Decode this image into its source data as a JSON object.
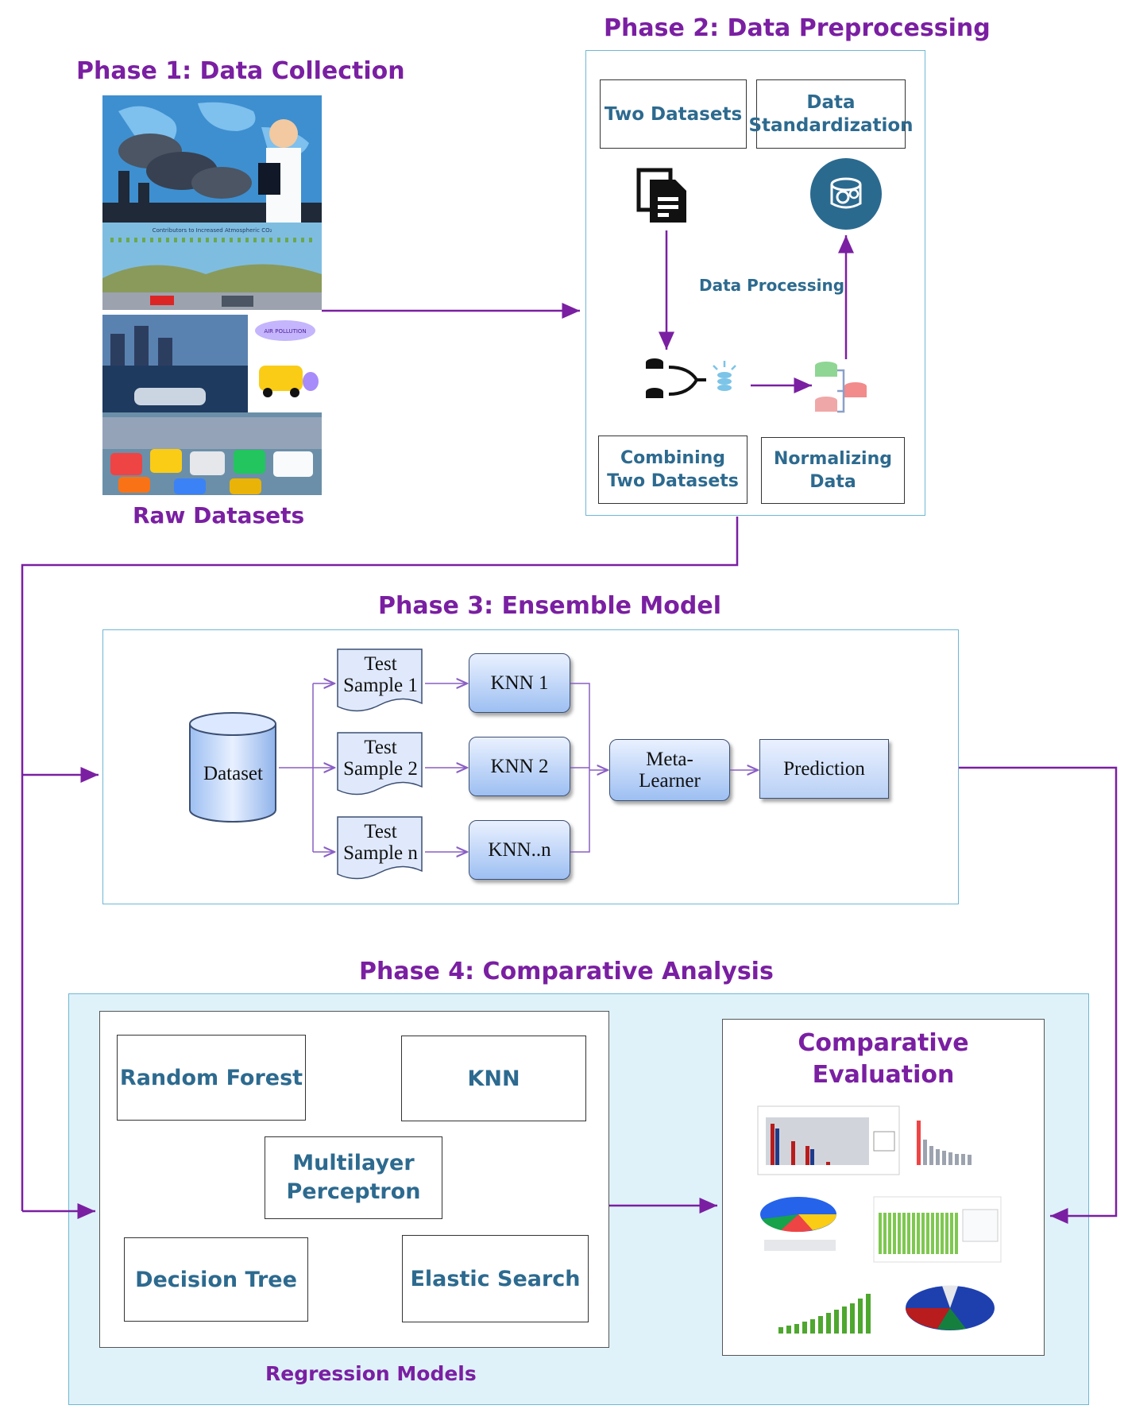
{
  "phase1": {
    "title": "Phase 1: Data Collection",
    "caption": "Raw Datasets",
    "photo_caption": "Contributors to Increased Atmospheric CO₂",
    "air_label": "AIR POLLUTION"
  },
  "phase2": {
    "title": "Phase 2: Data Preprocessing",
    "two_datasets": "Two Datasets",
    "standardization": "Data Standardization",
    "processing": "Data Processing",
    "combining": "Combining Two Datasets",
    "normalizing": "Normalizing Data"
  },
  "phase3": {
    "title": "Phase 3: Ensemble Model",
    "dataset": "Dataset",
    "samples": [
      {
        "line1": "Test",
        "line2": "Sample 1"
      },
      {
        "line1": "Test",
        "line2": "Sample 2"
      },
      {
        "line1": "Test",
        "line2": "Sample n"
      }
    ],
    "knn": [
      "KNN 1",
      "KNN 2",
      "KNN..n"
    ],
    "meta_line1": "Meta-",
    "meta_line2": "Learner",
    "prediction": "Prediction"
  },
  "phase4": {
    "title": "Phase 4: Comparative Analysis",
    "models": [
      "Random Forest",
      "KNN",
      "Multilayer Perceptron",
      "Decision Tree",
      "Elastic Search"
    ],
    "models_caption": "Regression Models",
    "evaluation_title": "Comparative Evaluation"
  },
  "colors": {
    "purple": "#7a1fa2",
    "label_blue": "#2d6a8f",
    "panel_border": "#6fb8d4",
    "panel_fill": "#dff2fa"
  }
}
